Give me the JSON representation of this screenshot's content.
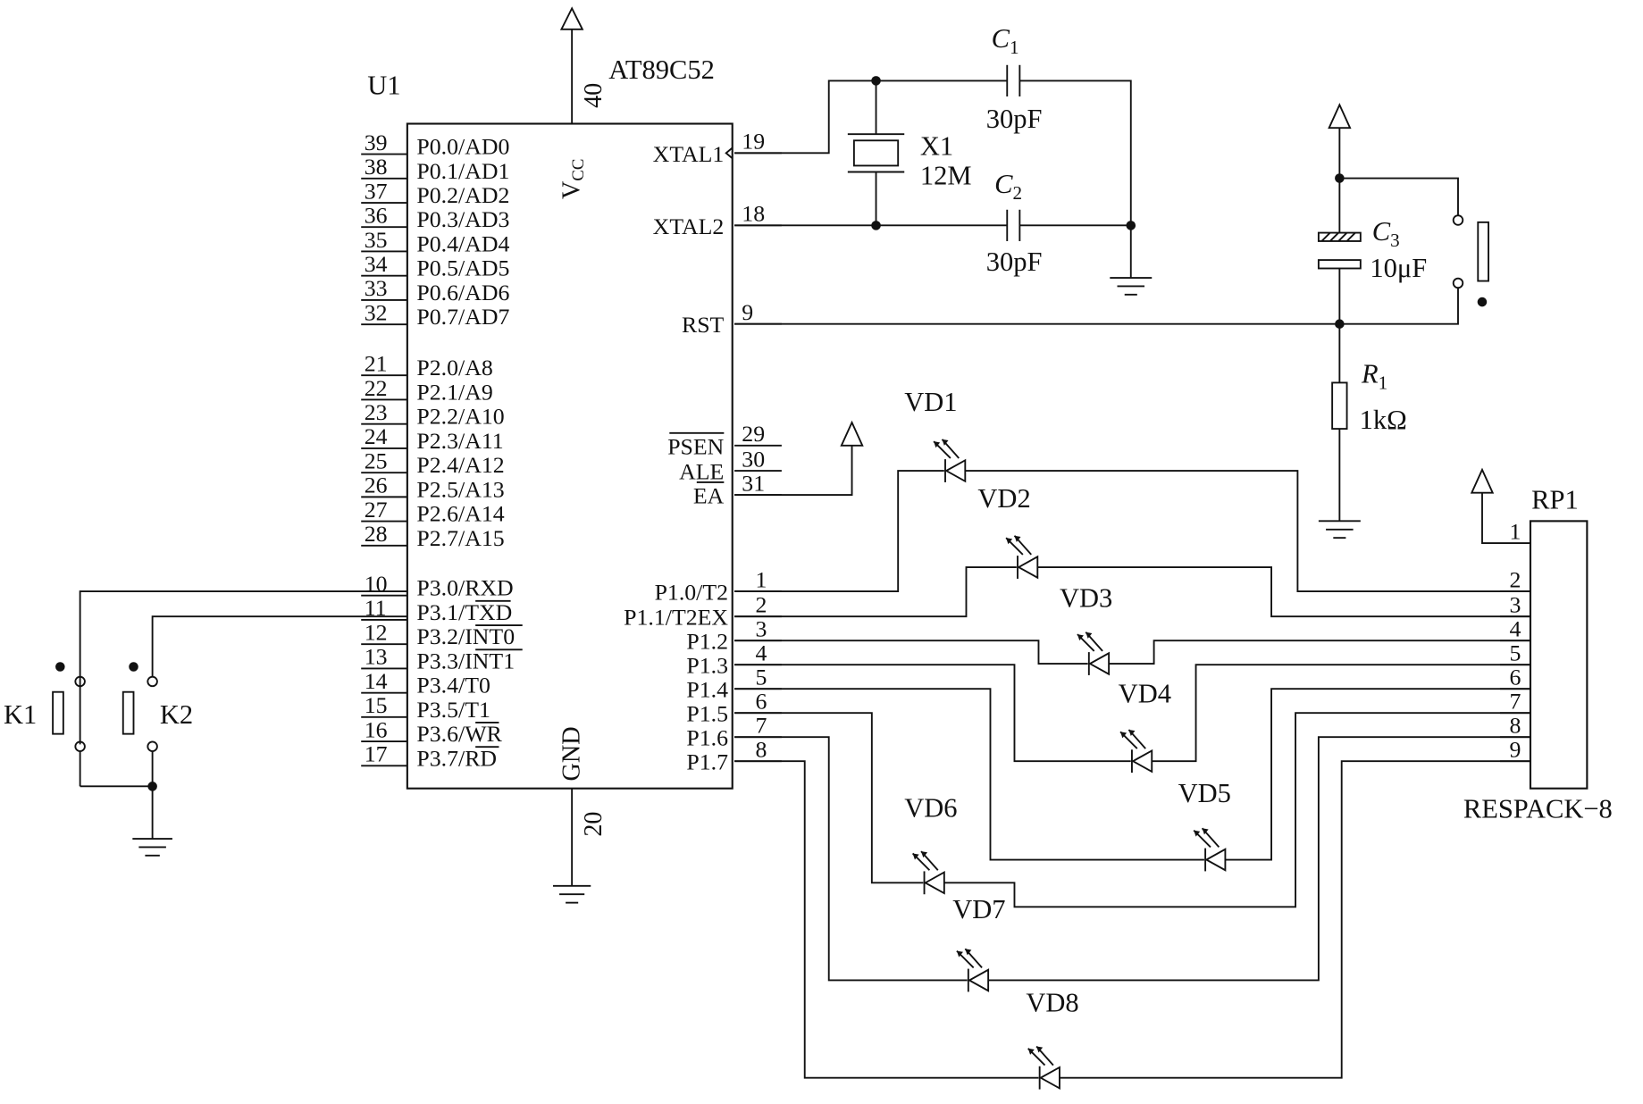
{
  "chip": {
    "ref": "U1",
    "part": "AT89C52",
    "vcc_pin": "40",
    "vcc_label": "V",
    "vcc_sub": "CC",
    "gnd_pin": "20",
    "gnd_label": "GND",
    "left_pins": [
      {
        "num": "39",
        "name": "P0.0/AD0"
      },
      {
        "num": "38",
        "name": "P0.1/AD1"
      },
      {
        "num": "37",
        "name": "P0.2/AD2"
      },
      {
        "num": "36",
        "name": "P0.3/AD3"
      },
      {
        "num": "35",
        "name": "P0.4/AD4"
      },
      {
        "num": "34",
        "name": "P0.5/AD5"
      },
      {
        "num": "33",
        "name": "P0.6/AD6"
      },
      {
        "num": "32",
        "name": "P0.7/AD7"
      },
      {
        "num": "21",
        "name": "P2.0/A8"
      },
      {
        "num": "22",
        "name": "P2.1/A9"
      },
      {
        "num": "23",
        "name": "P2.2/A10"
      },
      {
        "num": "24",
        "name": "P2.3/A11"
      },
      {
        "num": "25",
        "name": "P2.4/A12"
      },
      {
        "num": "26",
        "name": "P2.5/A13"
      },
      {
        "num": "27",
        "name": "P2.6/A14"
      },
      {
        "num": "28",
        "name": "P2.7/A15"
      },
      {
        "num": "10",
        "name": "P3.0/RXD"
      },
      {
        "num": "11",
        "name": "P3.1/TXD"
      },
      {
        "num": "12",
        "name": "P3.2/INT0"
      },
      {
        "num": "13",
        "name": "P3.3/INT1"
      },
      {
        "num": "14",
        "name": "P3.4/T0"
      },
      {
        "num": "15",
        "name": "P3.5/T1"
      },
      {
        "num": "16",
        "name": "P3.6/WR"
      },
      {
        "num": "17",
        "name": "P3.7/RD"
      }
    ],
    "right_top_pins": [
      {
        "num": "19",
        "name": "XTAL1"
      },
      {
        "num": "18",
        "name": "XTAL2"
      },
      {
        "num": "9",
        "name": "RST"
      },
      {
        "num": "29",
        "name": "PSEN"
      },
      {
        "num": "30",
        "name": "ALE"
      },
      {
        "num": "31",
        "name": "EA"
      }
    ],
    "p1_pins": [
      {
        "num": "1",
        "name": "P1.0/T2"
      },
      {
        "num": "2",
        "name": "P1.1/T2EX"
      },
      {
        "num": "3",
        "name": "P1.2"
      },
      {
        "num": "4",
        "name": "P1.3"
      },
      {
        "num": "5",
        "name": "P1.4"
      },
      {
        "num": "6",
        "name": "P1.5"
      },
      {
        "num": "7",
        "name": "P1.6"
      },
      {
        "num": "8",
        "name": "P1.7"
      }
    ]
  },
  "crystal": {
    "ref": "X1",
    "value": "12M"
  },
  "c1": {
    "ref": "C",
    "sub": "1",
    "value": "30pF"
  },
  "c2": {
    "ref": "C",
    "sub": "2",
    "value": "30pF"
  },
  "c3": {
    "ref": "C",
    "sub": "3",
    "value": "10μF"
  },
  "r1": {
    "ref": "R",
    "sub": "1",
    "value": "1kΩ"
  },
  "keys": {
    "k1": "K1",
    "k2": "K2"
  },
  "respack": {
    "ref": "RP1",
    "part": "RESPACK−8",
    "pins": [
      "1",
      "2",
      "3",
      "4",
      "5",
      "6",
      "7",
      "8",
      "9"
    ]
  },
  "leds": [
    "VD1",
    "VD2",
    "VD3",
    "VD4",
    "VD5",
    "VD6",
    "VD7",
    "VD8"
  ]
}
